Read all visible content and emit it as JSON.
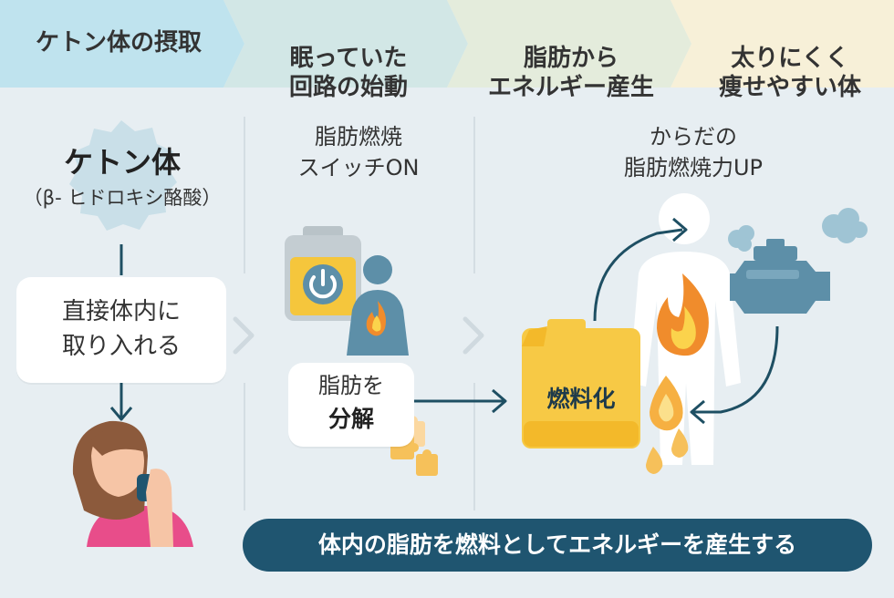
{
  "steps": [
    {
      "label": "ケトン体の摂取",
      "color": "#bfe3ee"
    },
    {
      "label": "眠っていた\n回路の始動",
      "color": "#d2e7e6"
    },
    {
      "label": "脂肪から\nエネルギー産生",
      "color": "#e4ecdc"
    },
    {
      "label": "太りにくく\n痩せやすい体",
      "color": "#f7f0d8"
    }
  ],
  "left": {
    "ketone_title": "ケトン体",
    "ketone_sub": "（β- ヒドロキシ酪酸）",
    "intake_box": "直接体内に\n取り入れる"
  },
  "middle": {
    "heading": "脂肪燃焼\nスイッチON",
    "decompose_line1": "脂肪を",
    "decompose_line2": "分解"
  },
  "right": {
    "heading": "からだの\n脂肪燃焼力UP",
    "fuel_label": "燃料化"
  },
  "footer_banner": "体内の脂肪を燃料としてエネルギーを産生する",
  "colors": {
    "navy": "#1f5570",
    "teal_arrow": "#1e4f63",
    "fuel_yellow": "#f7c945",
    "battery_yellow": "#f5c63c",
    "skin": "#f6c5a6",
    "hair": "#8c5a3c",
    "shirt_pink": "#e84d8a",
    "engine_blue": "#5d8fa8"
  }
}
